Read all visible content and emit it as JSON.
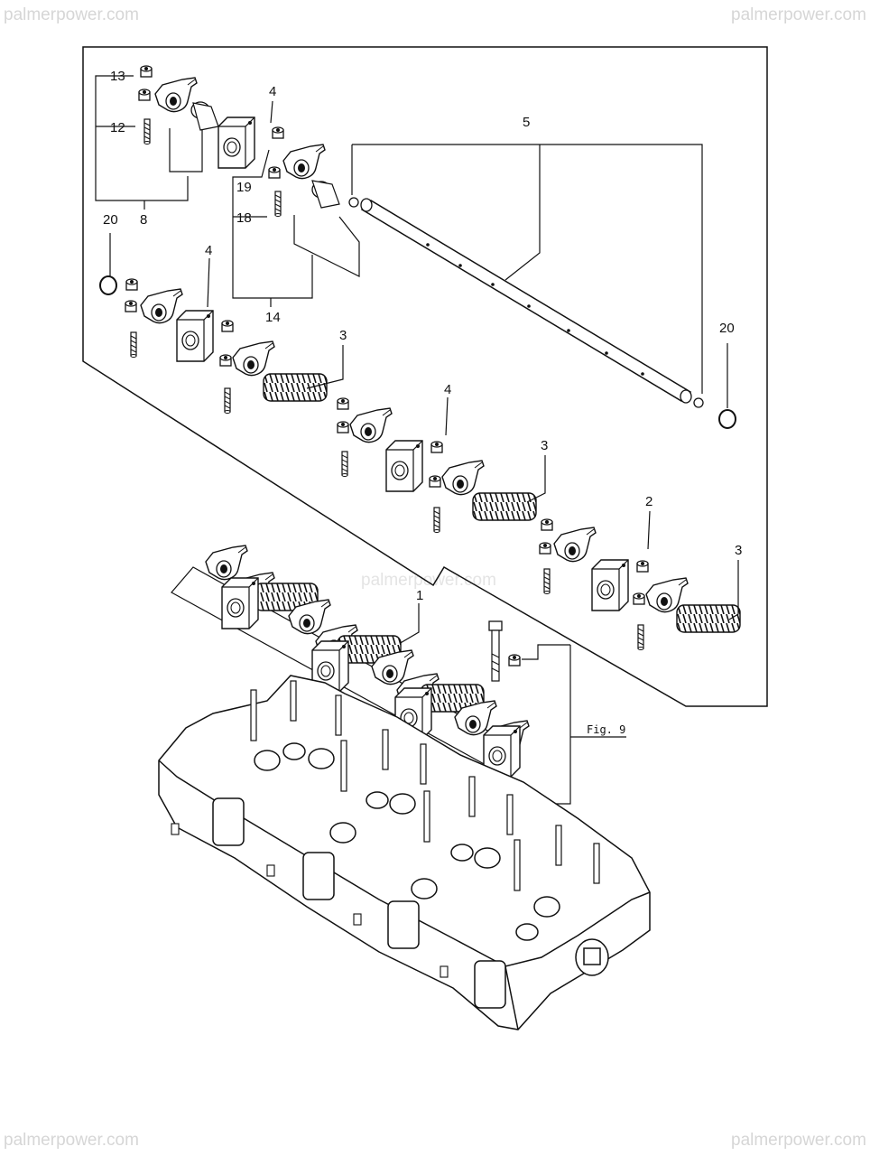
{
  "watermarks": {
    "top_left": "palmerpower.com",
    "top_right": "palmerpower.com",
    "bottom_left": "palmerpower.com",
    "bottom_right": "palmerpower.com",
    "center": "palmerpower.com"
  },
  "callouts": {
    "c1": "1",
    "c2": "2",
    "c3a": "3",
    "c3b": "3",
    "c3c": "3",
    "c4a": "4",
    "c4b": "4",
    "c4c": "4",
    "c5": "5",
    "c8": "8",
    "c12": "12",
    "c13": "13",
    "c14": "14",
    "c18": "18",
    "c19": "19",
    "c20a": "20",
    "c20b": "20"
  },
  "figure_ref": "Fig. 9",
  "icons": [
    "rocker-arm-icon",
    "spring-icon",
    "shaft-icon",
    "cylinder-head-icon",
    "bolt-icon"
  ]
}
